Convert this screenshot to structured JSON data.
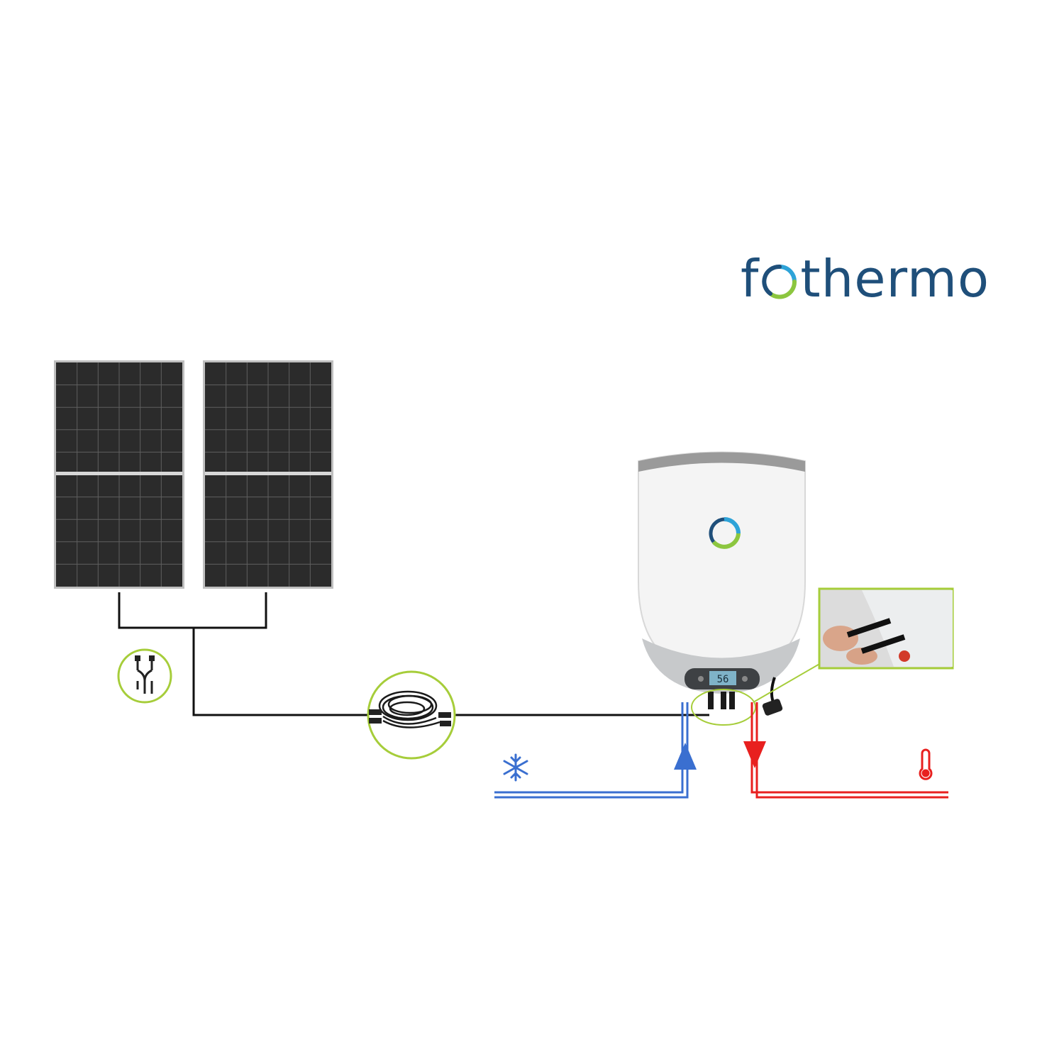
{
  "brand": {
    "name": "fothermo",
    "prefix": "f",
    "suffix": "thermo",
    "text_color": "#1f4f7a",
    "ring_colors": [
      "#8cc63f",
      "#2ea3d8",
      "#1f4f7a"
    ]
  },
  "boiler": {
    "display_value": "56"
  },
  "components": {
    "panel_count": 2,
    "icons": [
      "y-connector-icon",
      "extension-cable-icon",
      "connector-detail-photo",
      "snowflake-icon",
      "thermometer-icon",
      "arrow-up-icon",
      "arrow-down-icon",
      "plug-icon"
    ]
  },
  "colors": {
    "cold": "#3a6fd0",
    "hot": "#e8201f",
    "wire": "#111111",
    "accent_circle": "#a6cd3a",
    "panel": "#2b2b2b",
    "panel_grid": "#6b6b6b"
  }
}
